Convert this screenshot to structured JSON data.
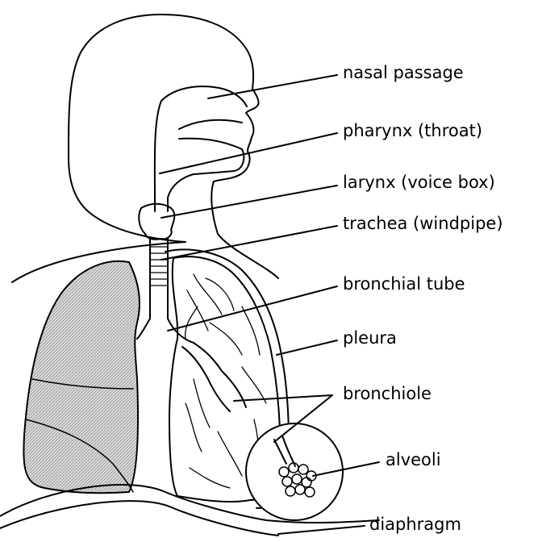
{
  "labels": {
    "nasal_passage": "nasal passage",
    "pharynx": "pharynx (throat)",
    "larynx": "larynx (voice box)",
    "trachea": "trachea (windpipe)",
    "bronchial_tube": "bronchial tube",
    "pleura": "pleura",
    "bronchiole": "bronchiole",
    "alveoli": "alveoli",
    "diaphragm": "diaphragm"
  },
  "colors": {
    "ink": "#000000",
    "paper": "#ffffff",
    "lung_shading": "#c8c8c8"
  }
}
